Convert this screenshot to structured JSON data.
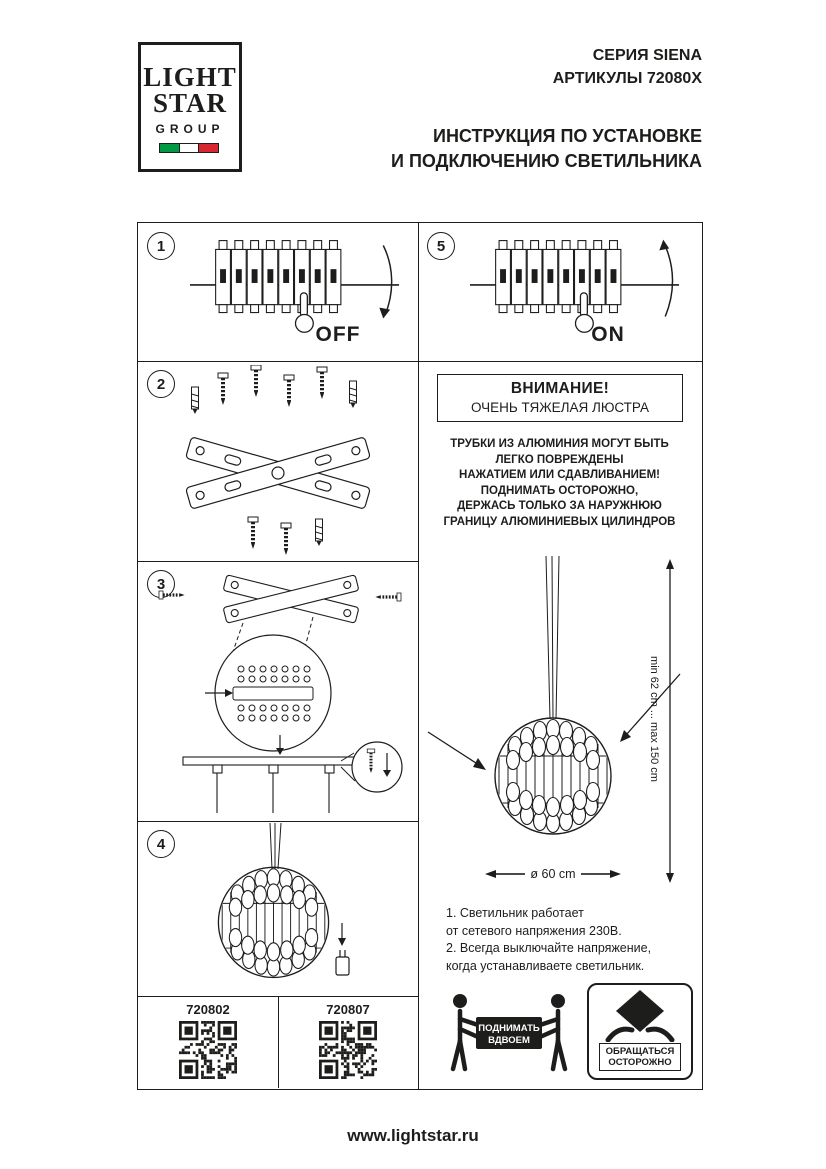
{
  "header": {
    "logo": {
      "line1": "LIGHT",
      "line2": "STAR",
      "line3": "GROUP"
    },
    "series": "СЕРИЯ SIENA",
    "articles": "АРТИКУЛЫ 72080X",
    "title_line1": "ИНСТРУКЦИЯ ПО УСТАНОВКЕ",
    "title_line2": "И ПОДКЛЮЧЕНИЮ СВЕТИЛЬНИКА"
  },
  "steps": [
    {
      "number": "1",
      "label": "OFF"
    },
    {
      "number": "2"
    },
    {
      "number": "3"
    },
    {
      "number": "4"
    },
    {
      "number": "5",
      "label": "ON"
    }
  ],
  "warning": {
    "title": "ВНИМАНИЕ!",
    "subtitle": "ОЧЕНЬ ТЯЖЕЛАЯ ЛЮСТРА",
    "lines": [
      "ТРУБКИ ИЗ АЛЮМИНИЯ МОГУТ БЫТЬ",
      "ЛЕГКО ПОВРЕЖДЕНЫ",
      "НАЖАТИЕМ ИЛИ СДАВЛИВАНИЕМ!",
      "ПОДНИМАТЬ ОСТОРОЖНО,",
      "ДЕРЖАСЬ ТОЛЬКО ЗА НАРУЖНЮЮ",
      "ГРАНИЦУ АЛЮМИНИЕВЫХ ЦИЛИНДРОВ"
    ]
  },
  "dimensions": {
    "height_range": "min 62 cm ... max 150 cm",
    "diameter": "ø 60 cm"
  },
  "notes": {
    "lines": [
      "1. Светильник работает",
      "от сетевого напряжения 230В.",
      "2. Всегда выключайте напряжение,",
      "когда устанавливаете светильник."
    ]
  },
  "qr_codes": [
    {
      "label": "720802"
    },
    {
      "label": "720807"
    }
  ],
  "safety": {
    "lift_line1": "ПОДНИМАТЬ",
    "lift_line2": "ВДВОЕМ",
    "handle_line1": "ОБРАЩАТЬСЯ",
    "handle_line2": "ОСТОРОЖНО"
  },
  "footer": {
    "website": "www.lightstar.ru"
  },
  "colors": {
    "ink": "#1d1d1b",
    "flag_green": "#009a44",
    "flag_red": "#d7282f"
  }
}
